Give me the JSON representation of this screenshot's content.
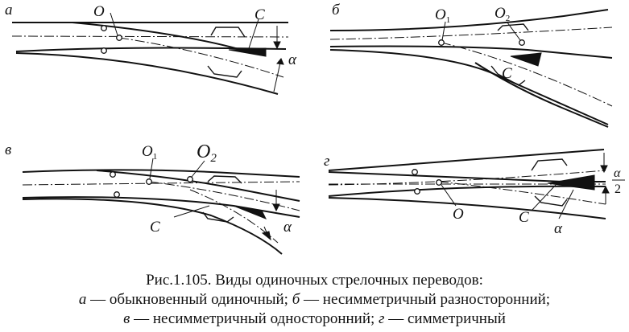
{
  "panels": {
    "a": {
      "letter": "а",
      "label_O": "O",
      "label_C": "C",
      "label_alpha": "α"
    },
    "b": {
      "letter": "б",
      "label_O1": "O",
      "label_O1_sub": "1",
      "label_O2": "O",
      "label_O2_sub": "2",
      "label_C": "C"
    },
    "v": {
      "letter": "в",
      "label_O1": "O",
      "label_O1_sub": "1",
      "label_O2": "O",
      "label_O2_sub": "2",
      "label_C": "C",
      "label_alpha": "α"
    },
    "g": {
      "letter": "г",
      "label_O": "O",
      "label_C": "C",
      "label_alpha": "α",
      "label_alpha_frac_num": "α",
      "label_alpha_frac_den": "2"
    }
  },
  "caption": {
    "line1": "Рис.1.105. Виды одиночных стрелочных переводов:",
    "line2": [
      {
        "text": "а",
        "italic": true
      },
      {
        "text": " — обыкновенный одиночный; ",
        "italic": false
      },
      {
        "text": "б",
        "italic": true
      },
      {
        "text": " — несимметричный разносторонний;",
        "italic": false
      }
    ],
    "line3": [
      {
        "text": "в",
        "italic": true
      },
      {
        "text": " — несимметричный односторонний; ",
        "italic": false
      },
      {
        "text": "г",
        "italic": true
      },
      {
        "text": " — симметричный",
        "italic": false
      }
    ]
  }
}
